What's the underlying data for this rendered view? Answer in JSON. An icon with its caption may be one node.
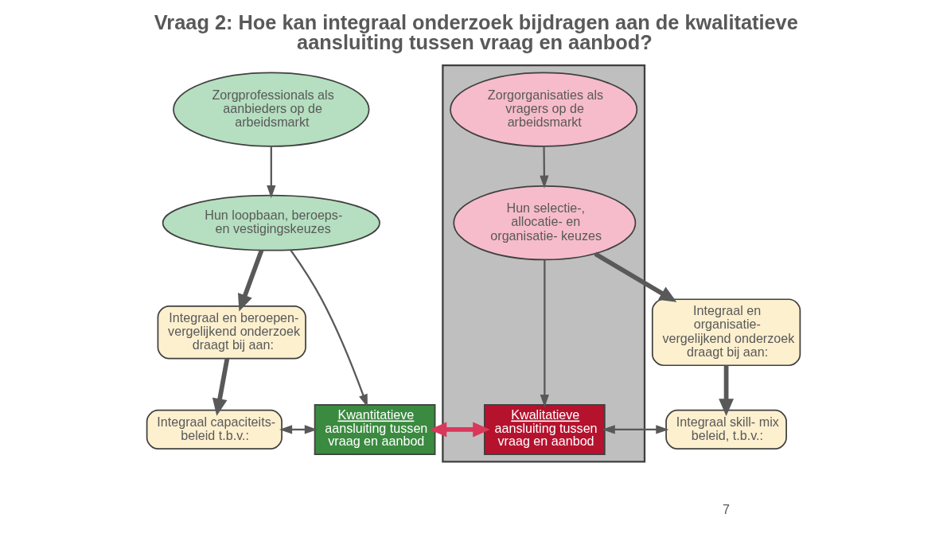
{
  "diagram": {
    "title": "Vraag 2: Hoe kan integraal onderzoek bijdragen aan de kwalitatieve aansluiting tussen vraag en aanbod?",
    "nodes": [
      {
        "text": [
          "Zorgprofessionals als aanbieders op de arbeidsmarkt"
        ]
      },
      {
        "text": [],
        "shape": "box"
      },
      {
        "text": [
          "Zorgorganisaties als vragers op de arbeidsmarkt"
        ],
        "in": 1
      },
      {
        "text": [
          "Hun loopbaan, beroeps- en vestigingskeuzes"
        ]
      },
      {
        "text": [
          "Hun selectie-, allocatie- en organisatie- keuzes"
        ],
        "in": 1
      },
      {
        "text": [
          "Integraal en beroepen- vergelijkend onderzoek draagt bij aan:"
        ]
      },
      {
        "text": [
          "Integraal en organisatie- vergelijkend onderzoek draagt bij aan:"
        ]
      },
      {
        "text": [
          "Kwantitatieve aansluiting tussen vraag en aanbod"
        ]
      },
      {
        "text": [
          "Kwalitatieve aansluiting tussen vraag en aanbod"
        ],
        "in": 1
      },
      {
        "text": [
          "Integraal capaciteits- beleid t.b.v.:"
        ]
      },
      {
        "text": [
          "Integraal skill- mix beleid, t.b.v.:"
        ]
      }
    ],
    "edges": [
      {
        "from": 0,
        "to": 3,
        "arrow": "to"
      },
      {
        "from": 2,
        "to": 4,
        "arrow": "to"
      },
      {
        "from": 3,
        "to": 7,
        "arrow": "to"
      },
      {
        "from": 4,
        "to": 8,
        "arrow": "to"
      },
      {
        "from": 3,
        "to": 5,
        "arrow": "to",
        "style": "thick"
      },
      {
        "from": 4,
        "to": 6,
        "arrow": "to",
        "style": "thick"
      },
      {
        "from": 5,
        "to": 9,
        "arrow": "to",
        "style": "thick"
      },
      {
        "from": 6,
        "to": 10,
        "arrow": "to",
        "style": "thick"
      },
      {
        "from": 9,
        "to": 7,
        "arrow": "both"
      },
      {
        "from": 7,
        "to": 8,
        "arrow": "both",
        "style": "thick",
        "color": "#d9385a"
      },
      {
        "from": 8,
        "to": 10,
        "arrow": "both"
      }
    ],
    "labels": [
      "7"
    ]
  }
}
